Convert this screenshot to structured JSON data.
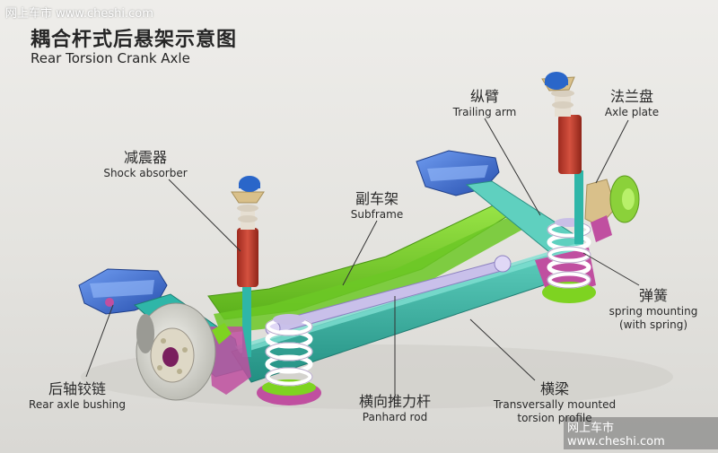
{
  "watermark": {
    "top": "网上车市 www.cheshi.com",
    "bottom": "网上车市 www.cheshi.com"
  },
  "title": {
    "cn": "耦合杆式后悬架示意图",
    "en": "Rear Torsion Crank Axle"
  },
  "labels": {
    "trailing_arm": {
      "cn": "纵臂",
      "en": "Trailing arm"
    },
    "axle_plate": {
      "cn": "法兰盘",
      "en": "Axle plate"
    },
    "shock_absorber": {
      "cn": "减震器",
      "en": "Shock absorber"
    },
    "subframe": {
      "cn": "副车架",
      "en": "Subframe"
    },
    "spring": {
      "cn": "弹簧",
      "en1": "spring mounting",
      "en2": "(with spring)"
    },
    "rear_axle_bushing": {
      "cn": "后轴铰链",
      "en": "Rear axle bushing"
    },
    "panhard_rod": {
      "cn": "横向推力杆",
      "en": "Panhard rod"
    },
    "torsion_profile": {
      "cn": "横梁",
      "en1": "Transversally mounted",
      "en2": "torsion profile"
    }
  },
  "colors": {
    "background": "#e7e6e2",
    "subframe": "#7ed321",
    "torsion_beam": "#3ab7a5",
    "panhard_rod": "#b9aee0",
    "mount_bracket": "#3e6fd1",
    "damper_body": "#c0392b",
    "damper_rod": "#2fb6a8",
    "spring_seat": "#c04fa0",
    "spring_coil": "#ffffff",
    "top_cap": "#2a66c9",
    "hub_green": "#8bd13a",
    "leader_line": "#333333"
  }
}
